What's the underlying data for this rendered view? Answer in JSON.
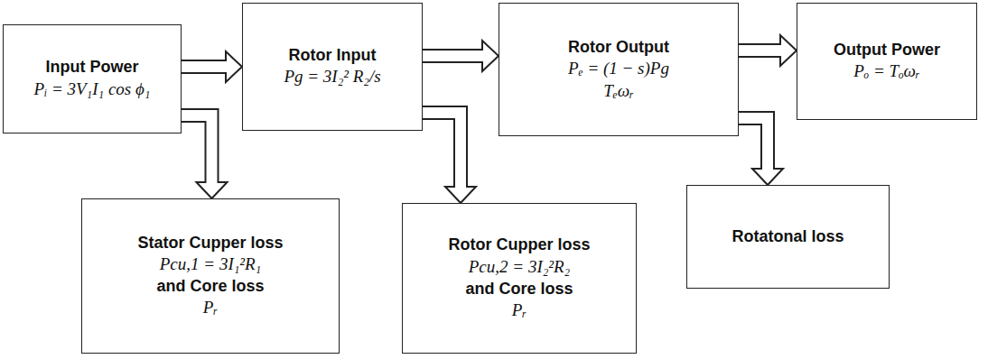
{
  "diagram": {
    "nodes": [
      {
        "text": [
          "Input Power",
          "Pᵢ = 3V₁I₁ cos ϕ₁"
        ]
      },
      {
        "text": [
          "Rotor Input",
          "Pg = 3I₂² R₂/s"
        ]
      },
      {
        "text": [
          "Rotor Output",
          "Pₑ = (1 − s)Pg",
          "Tₑωᵣ"
        ]
      },
      {
        "text": [
          "Output Power",
          "Pₒ = Tₒωᵣ"
        ]
      },
      {
        "text": [
          "Stator Cupper loss",
          "Pcu,1 = 3I₁²R₁",
          "and Core loss",
          "Pᵣ"
        ]
      },
      {
        "text": [
          "Rotor Cupper loss",
          "Pcu,2 = 3I₂²R₂",
          "and Core loss",
          "Pᵣ"
        ]
      },
      {
        "text": [
          "Rotatonal loss"
        ]
      }
    ],
    "edges": [
      {
        "from": 0,
        "to": 1,
        "arrow": "to"
      },
      {
        "from": 1,
        "to": 2,
        "arrow": "to"
      },
      {
        "from": 2,
        "to": 3,
        "arrow": "to"
      },
      {
        "from": 0,
        "to": 4,
        "arrow": "to"
      },
      {
        "from": 1,
        "to": 5,
        "arrow": "to"
      },
      {
        "from": 2,
        "to": 6,
        "arrow": "to"
      }
    ]
  }
}
